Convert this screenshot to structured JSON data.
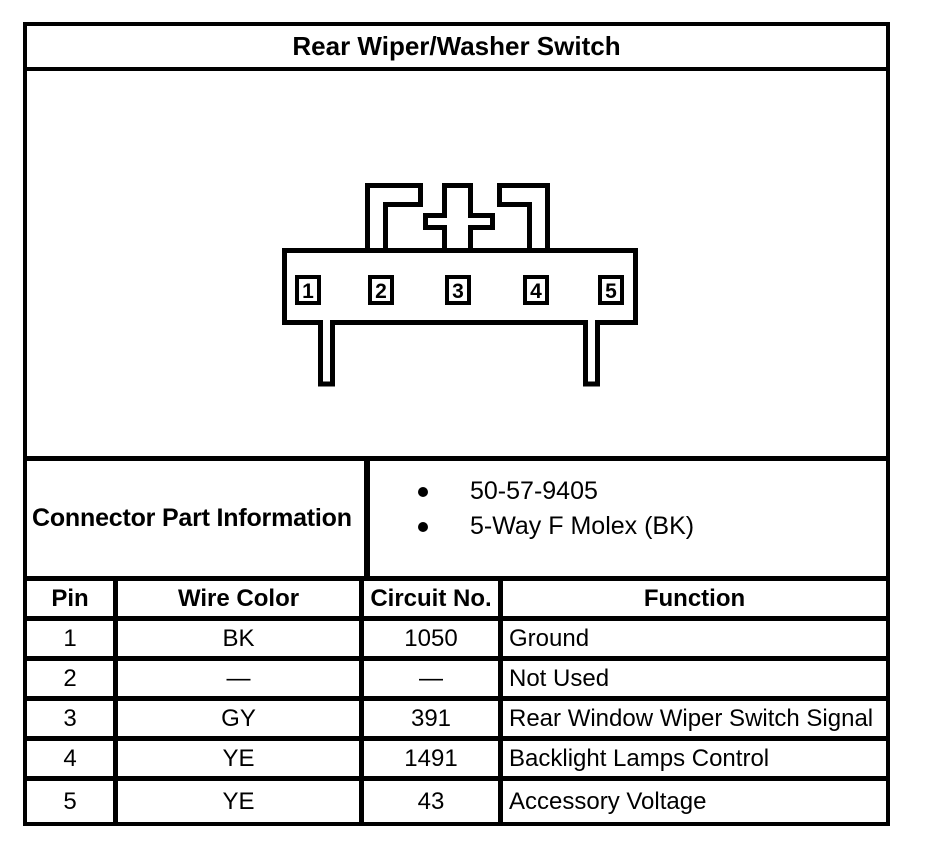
{
  "colors": {
    "ink": "#000000",
    "paper": "#ffffff"
  },
  "title": "Rear Wiper/Washer Switch",
  "connector": {
    "pins": [
      "1",
      "2",
      "3",
      "4",
      "5"
    ]
  },
  "part_info": {
    "label": "Connector Part Information",
    "bullets": [
      "50-57-9405",
      "5-Way F Molex (BK)"
    ]
  },
  "pin_table": {
    "headers": [
      "Pin",
      "Wire Color",
      "Circuit No.",
      "Function"
    ],
    "rows": [
      {
        "pin": "1",
        "wire_color": "BK",
        "circuit_no": "1050",
        "function": "Ground"
      },
      {
        "pin": "2",
        "wire_color": "—",
        "circuit_no": "—",
        "function": "Not Used"
      },
      {
        "pin": "3",
        "wire_color": "GY",
        "circuit_no": "391",
        "function": "Rear Window Wiper Switch Signal"
      },
      {
        "pin": "4",
        "wire_color": "YE",
        "circuit_no": "1491",
        "function": "Backlight Lamps Control"
      },
      {
        "pin": "5",
        "wire_color": "YE",
        "circuit_no": "43",
        "function": "Accessory Voltage"
      }
    ]
  }
}
